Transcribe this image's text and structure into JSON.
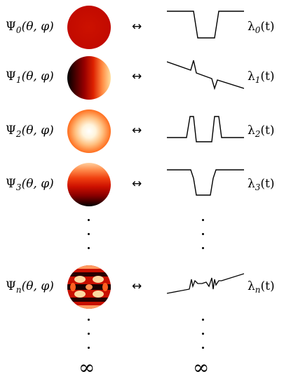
{
  "rows": [
    {
      "psi_sub": "0",
      "psi_args": "(θ, φ)",
      "arrow": "↔",
      "lambda_sub": "0",
      "lambda_args": "(t)"
    },
    {
      "psi_sub": "1",
      "psi_args": "(θ, φ)",
      "arrow": "↔",
      "lambda_sub": "1",
      "lambda_args": "(t)"
    },
    {
      "psi_sub": "2",
      "psi_args": "(θ, φ)",
      "arrow": "↔",
      "lambda_sub": "2",
      "lambda_args": "(t)"
    },
    {
      "psi_sub": "3",
      "psi_args": "(θ, φ)",
      "arrow": "↔",
      "lambda_sub": "3",
      "lambda_args": "(t)"
    },
    {
      "psi_sub": "n",
      "psi_args": "(θ, φ)",
      "arrow": "↔",
      "lambda_sub": "n",
      "lambda_args": "(t)"
    }
  ],
  "psi_symbol": "Ψ",
  "lambda_symbol": "λ",
  "infinity_left": "∞",
  "infinity_right": "∞",
  "colors": {
    "dark_red": "#b00000",
    "red": "#cc1100",
    "black": "#000000",
    "white": "#ffffff"
  }
}
